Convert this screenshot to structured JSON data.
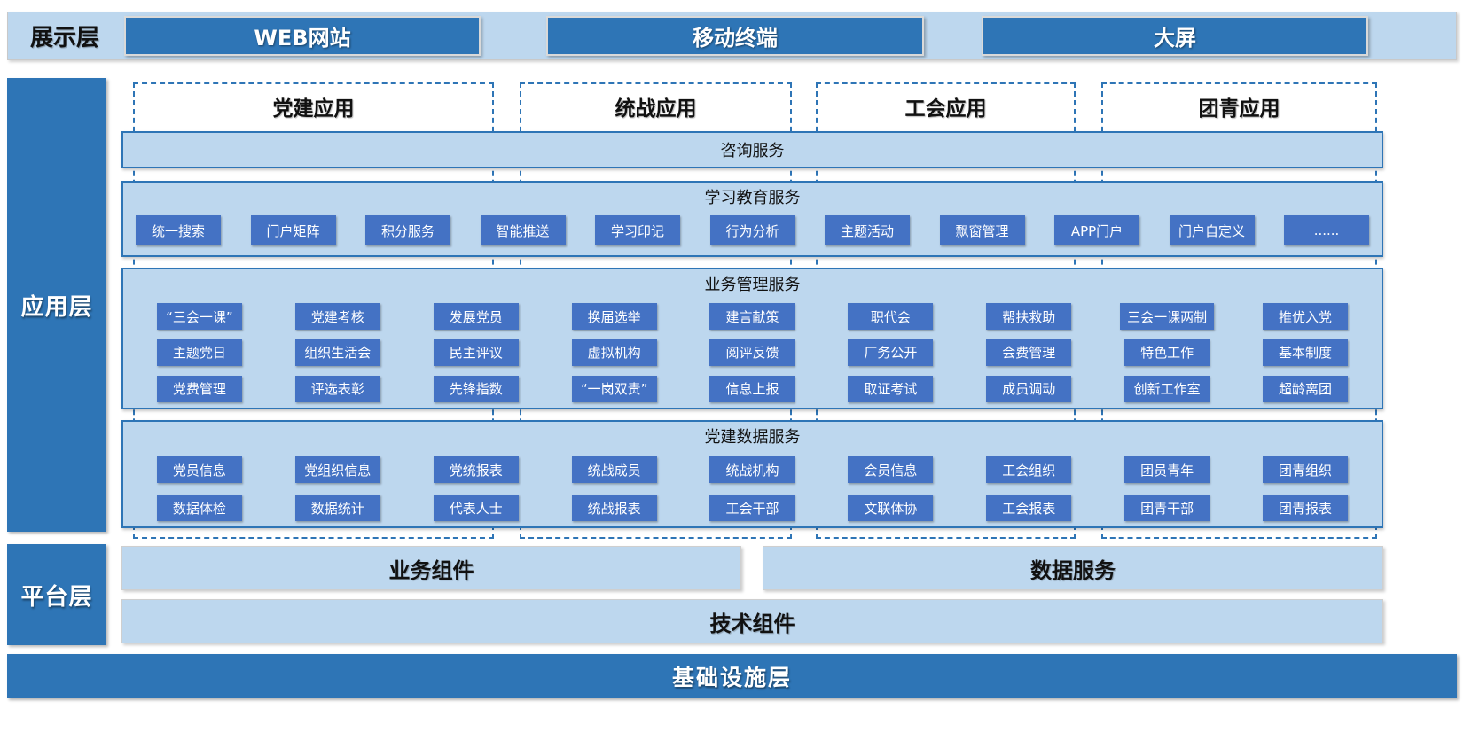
{
  "colors": {
    "light_blue": "#BDD7EE",
    "medium_blue": "#2E75B6",
    "button_blue": "#4472C4"
  },
  "presentation_layer": {
    "label": "展示层",
    "items": [
      "WEB网站",
      "移动终端",
      "大屏"
    ]
  },
  "application_layer": {
    "label": "应用层",
    "columns": [
      "党建应用",
      "统战应用",
      "工会应用",
      "团青应用"
    ],
    "consult_bar": "咨询服务",
    "sections": [
      {
        "title": "学习教育服务",
        "rows": [
          [
            "统一搜索",
            "门户矩阵",
            "积分服务",
            "智能推送",
            "学习印记",
            "行为分析",
            "主题活动",
            "飘窗管理",
            "APP门户",
            "门户自定义",
            "......"
          ]
        ]
      },
      {
        "title": "业务管理服务",
        "rows": [
          [
            "“三会一课”",
            "党建考核",
            "发展党员",
            "换届选举",
            "建言献策",
            "职代会",
            "帮扶救助",
            "三会一课两制",
            "推优入党"
          ],
          [
            "主题党日",
            "组织生活会",
            "民主评议",
            "虚拟机构",
            "阅评反馈",
            "厂务公开",
            "会费管理",
            "特色工作",
            "基本制度"
          ],
          [
            "党费管理",
            "评选表彰",
            "先锋指数",
            "“一岗双责”",
            "信息上报",
            "取证考试",
            "成员调动",
            "创新工作室",
            "超龄离团"
          ]
        ]
      },
      {
        "title": "党建数据服务",
        "rows": [
          [
            "党员信息",
            "党组织信息",
            "党统报表",
            "统战成员",
            "统战机构",
            "会员信息",
            "工会组织",
            "团员青年",
            "团青组织"
          ],
          [
            "数据体检",
            "数据统计",
            "代表人士",
            "统战报表",
            "工会干部",
            "文联体协",
            "工会报表",
            "团青干部",
            "团青报表"
          ]
        ]
      }
    ]
  },
  "platform_layer": {
    "label": "平台层",
    "top_items": [
      "业务组件",
      "数据服务"
    ],
    "bottom_item": "技术组件"
  },
  "infrastructure_layer": {
    "label": "基础设施层"
  }
}
